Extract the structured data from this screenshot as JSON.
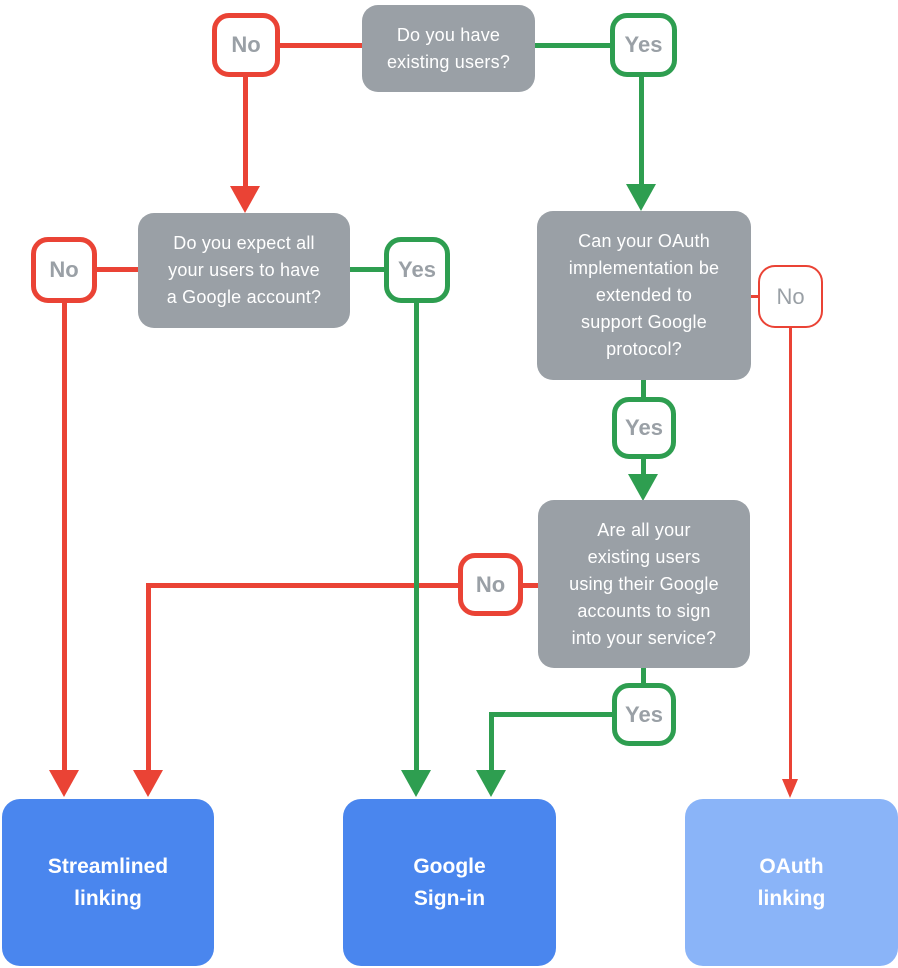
{
  "labels": {
    "yes": "Yes",
    "no": "No"
  },
  "questions": {
    "existing_users": {
      "lines": [
        "Do you have",
        "existing users?"
      ]
    },
    "google_account": {
      "lines": [
        "Do you expect all",
        "your users to have",
        "a Google account?"
      ]
    },
    "oauth_extended": {
      "lines": [
        "Can your OAuth",
        "implementation be",
        "extended to",
        "support Google",
        "protocol?"
      ]
    },
    "users_google_signin": {
      "lines": [
        "Are all your",
        "existing users",
        "using their Google",
        "accounts to sign",
        "into your service?"
      ]
    }
  },
  "outcomes": {
    "streamlined_linking": {
      "lines": [
        "Streamlined",
        "linking"
      ]
    },
    "google_signin": {
      "lines": [
        "Google",
        "Sign-in"
      ]
    },
    "oauth_linking": {
      "lines": [
        "OAuth",
        "linking"
      ]
    }
  },
  "colors": {
    "red": "#EA4335",
    "green": "#2E9E50",
    "gray": "#9AA0A6",
    "blue": "#4A86EE",
    "lightblue": "#8AB4F8",
    "badgetext": "#9AA0A6",
    "boxtext": "#FFFFFF"
  }
}
